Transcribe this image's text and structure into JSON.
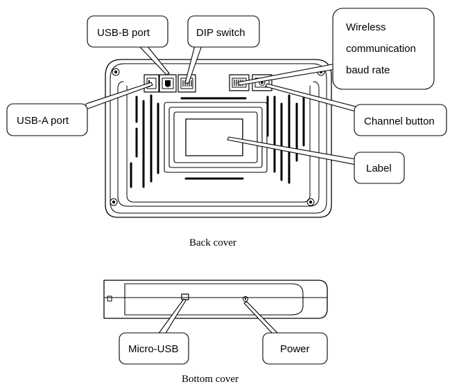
{
  "callouts": {
    "usb_b": "USB-B port",
    "dip": "DIP switch",
    "wireless_line1": "Wireless",
    "wireless_line2": "communication",
    "wireless_line3": "baud rate",
    "usb_a": "USB-A port",
    "channel": "Channel button",
    "label": "Label",
    "micro_usb": "Micro-USB",
    "power": "Power"
  },
  "captions": {
    "back": "Back cover",
    "bottom": "Bottom cover"
  }
}
